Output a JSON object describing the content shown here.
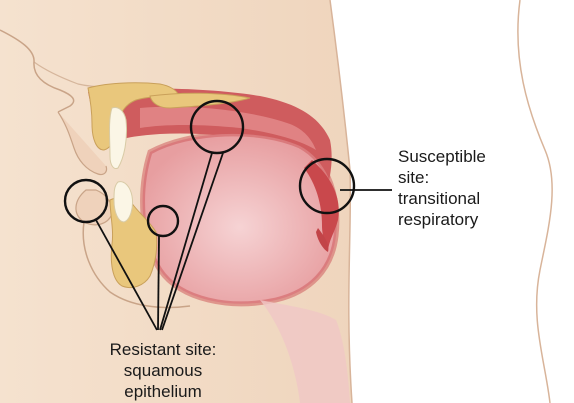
{
  "labels": {
    "susceptible": [
      "Susceptible",
      "site:",
      "transitional",
      "respiratory"
    ],
    "resistant": [
      "Resistant site:",
      "squamous",
      "epithelium"
    ]
  },
  "colors": {
    "skin": "#f2dcc6",
    "skin_outline": "#c9a488",
    "mucosa": "#cf5c5e",
    "mucosa_light": "#e8a3a0",
    "oral_cavity": "#f1c2c4",
    "bone": "#e9c77c",
    "tooth": "#fbf6e6",
    "marker_line": "#111111"
  }
}
